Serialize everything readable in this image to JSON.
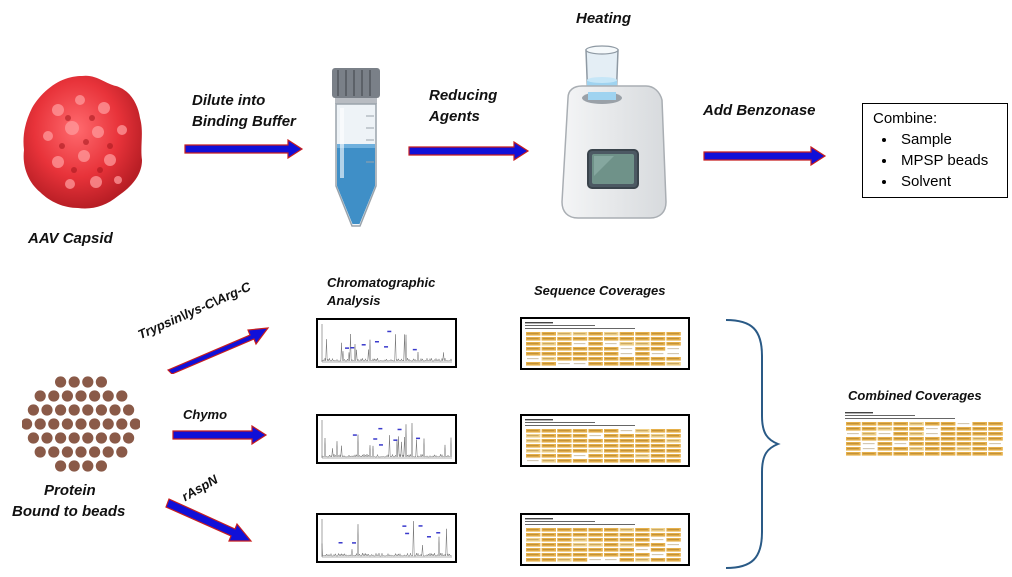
{
  "labels": {
    "aav_capsid": "AAV Capsid",
    "dilute_line1": "Dilute into",
    "dilute_line2": "Binding Buffer",
    "reducing_line1": "Reducing",
    "reducing_line2": "Agents",
    "heating": "Heating",
    "add_benzonase": "Add Benzonase",
    "protein_line1": "Protein",
    "protein_line2": "Bound to beads",
    "chromatographic_line1": "Chromatographic",
    "chromatographic_line2": "Analysis",
    "sequence_coverages": "Sequence Coverages",
    "combined_coverages": "Combined Coverages"
  },
  "combine": {
    "title": "Combine:",
    "items": [
      "Sample",
      "MPSP beads",
      "Solvent"
    ]
  },
  "enzymes": [
    {
      "label": "Trypsin\\lys-C\\Arg-C"
    },
    {
      "label": "Chymo"
    },
    {
      "label": "rAspN"
    }
  ],
  "colors": {
    "capsid_red": "#e8333a",
    "arrow_blue": "#1010d8",
    "arrow_outline": "#c81e1e",
    "tube_liquid": "#3f8fc7",
    "tube_cap": "#7a8088",
    "bead_brown": "#8a5a48",
    "coverage_highlight": "#e6b04a"
  }
}
